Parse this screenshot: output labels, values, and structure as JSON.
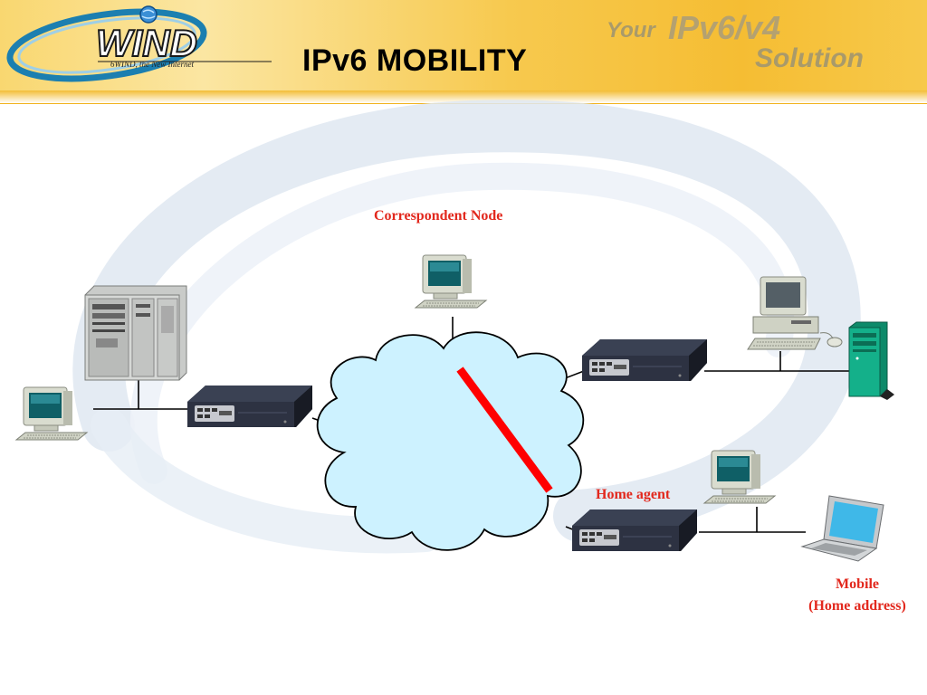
{
  "header": {
    "title": "IPv6 MOBILITY",
    "brand_tagline": "6WIND, the New Internet",
    "slogan_your": "Your",
    "slogan_ip": "IPv6/v4",
    "slogan_solution": "Solution"
  },
  "diagram": {
    "correspondent_node_label": "Correspondent Node",
    "home_agent_label": "Home agent",
    "mobile_label_line1": "Mobile",
    "mobile_label_line2": "(Home address)"
  },
  "colors": {
    "header_gold": "#f5bd33",
    "label_red": "#e2281d",
    "cloud_fill": "#cdf2ff",
    "cut_line": "#ff0000",
    "swirl": "#dfe8f1"
  },
  "icons": [
    "wind-logo-icon",
    "cloud-icon",
    "router-icon",
    "workstation-icon",
    "server-icon",
    "tower-server-icon",
    "laptop-icon"
  ]
}
